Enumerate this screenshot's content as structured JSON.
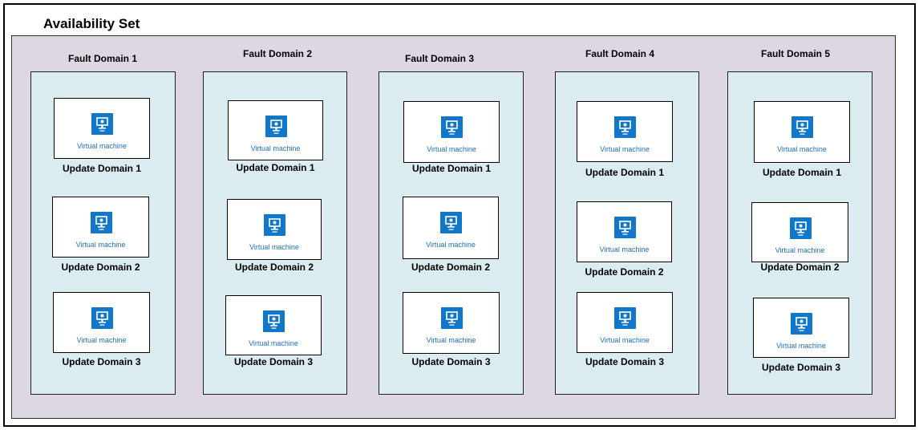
{
  "title": "Availability Set",
  "vm_label": "Virtual machine",
  "colors": {
    "set_background": "#ddd6e3",
    "fault_domain_background": "#dbecf1",
    "vm_tile": "#1377c9",
    "vm_text": "#1d6fb8"
  },
  "vm_icon": "virtual-machine-icon",
  "fault_domains": [
    {
      "label": "Fault Domain 1",
      "update_domains": [
        "Update Domain 1",
        "Update Domain 2",
        "Update Domain 3"
      ]
    },
    {
      "label": "Fault Domain 2",
      "update_domains": [
        "Update Domain 1",
        "Update Domain 2",
        "Update Domain 3"
      ]
    },
    {
      "label": "Fault Domain 3",
      "update_domains": [
        "Update Domain 1",
        "Update Domain 2",
        "Update Domain 3"
      ]
    },
    {
      "label": "Fault Domain 4",
      "update_domains": [
        "Update Domain 1",
        "Update Domain 2",
        "Update Domain 3"
      ]
    },
    {
      "label": "Fault Domain 5",
      "update_domains": [
        "Update Domain 1",
        "Update Domain 2",
        "Update Domain 3"
      ]
    }
  ]
}
